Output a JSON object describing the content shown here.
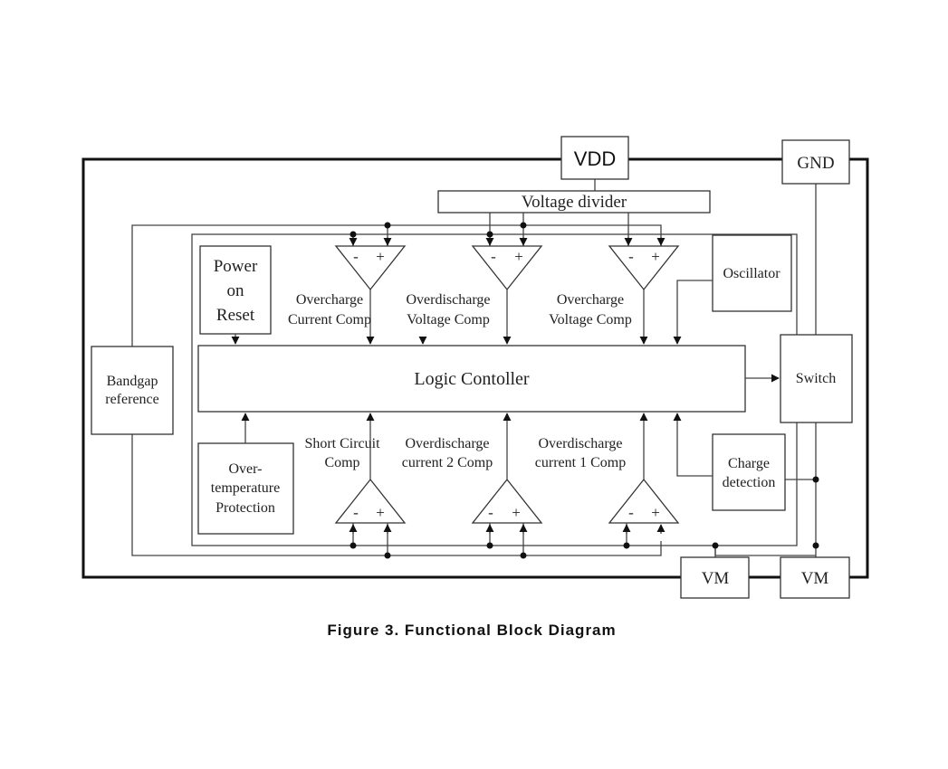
{
  "blocks": {
    "vdd": "VDD",
    "gnd": "GND",
    "voltage_divider": "Voltage divider",
    "power_on_reset": [
      "Power",
      "on",
      "Reset"
    ],
    "oscillator": "Oscillator",
    "logic_controller": "Logic Contoller",
    "bandgap": [
      "Bandgap",
      "reference"
    ],
    "switch": "Switch",
    "over_temperature": [
      "Over-",
      "temperature",
      "Protection"
    ],
    "charge_detection": [
      "Charge",
      "detection"
    ],
    "vm_left": "VM",
    "vm_right": "VM"
  },
  "comparators": {
    "overcharge_current": [
      "Overcharge",
      "Current Comp"
    ],
    "overdischarge_voltage": [
      "Overdischarge",
      "Voltage Comp"
    ],
    "overcharge_voltage": [
      "Overcharge",
      "Voltage Comp"
    ],
    "short_circuit": [
      "Short Circuit",
      "Comp"
    ],
    "overdischarge_current_2": [
      "Overdischarge",
      "current 2 Comp"
    ],
    "overdischarge_current_1": [
      "Overdischarge",
      "current 1 Comp"
    ],
    "minus_sign": "-",
    "plus_sign": "+"
  },
  "caption": "Figure 3. Functional Block Diagram"
}
